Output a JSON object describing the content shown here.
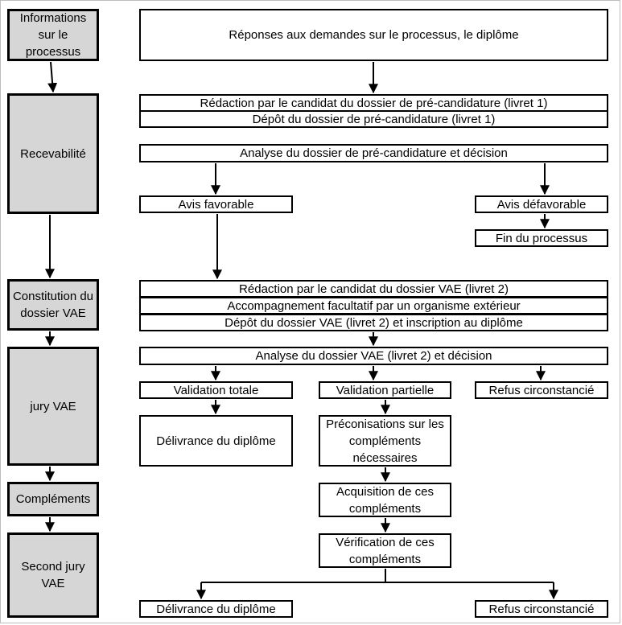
{
  "stages": {
    "informations": "Informations sur le processus",
    "recevabilite": "Recevabilité",
    "constitution": "Constitution du dossier VAE",
    "jury": "jury VAE",
    "complements": "Compléments",
    "second_jury": "Second jury VAE"
  },
  "steps": {
    "reponses": "Réponses aux demandes sur le processus, le diplôme",
    "redaction_precandidature": "Rédaction par le candidat du dossier de pré-candidature (livret 1)",
    "depot_precandidature": "Dépôt du dossier de pré-candidature (livret 1)",
    "analyse_precandidature": "Analyse du dossier de pré-candidature et décision",
    "avis_favorable": "Avis favorable",
    "avis_defavorable": "Avis défavorable",
    "fin_processus": "Fin du processus",
    "redaction_vae": "Rédaction par le candidat du dossier VAE (livret 2)",
    "accompagnement": "Accompagnement facultatif par un organisme extérieur",
    "depot_vae": "Dépôt du dossier VAE (livret 2) et inscription au diplôme",
    "analyse_vae": "Analyse du dossier VAE (livret 2) et décision",
    "validation_totale": "Validation totale",
    "validation_partielle": "Validation partielle",
    "refus_1": "Refus circonstancié",
    "delivrance_1": "Délivrance du diplôme",
    "preconisations": "Préconisations sur les compléments nécessaires",
    "acquisition": "Acquisition  de ces compléments",
    "verification": "Vérification de ces compléments",
    "delivrance_2": "Délivrance du diplôme",
    "refus_2": "Refus circonstancié"
  }
}
